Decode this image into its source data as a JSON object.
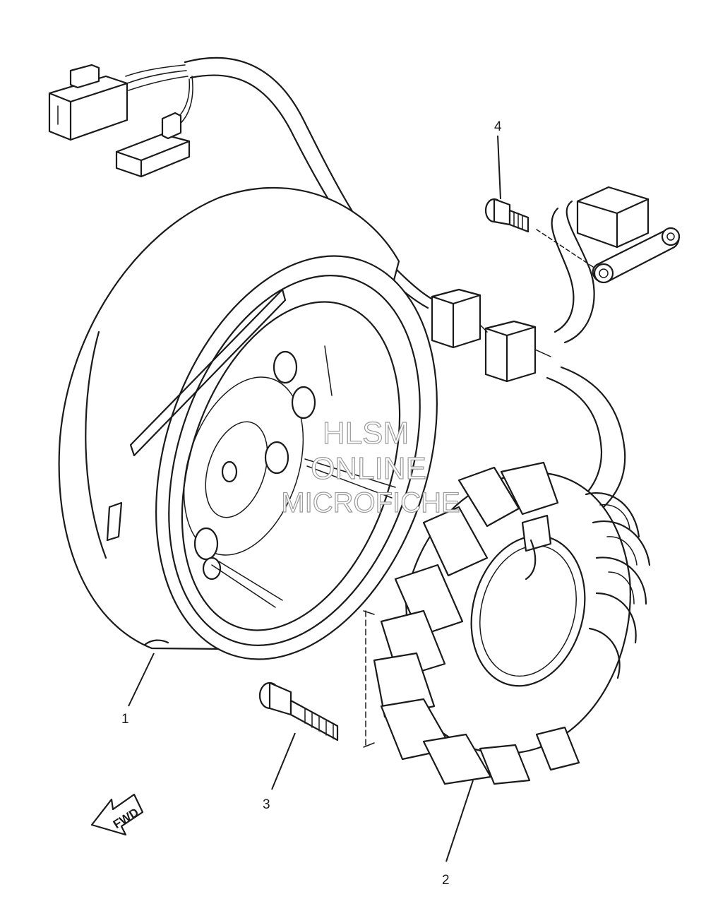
{
  "callouts": [
    {
      "id": "1",
      "label": "1",
      "part": "rotor"
    },
    {
      "id": "2",
      "label": "2",
      "part": "stator"
    },
    {
      "id": "3",
      "label": "3",
      "part": "bolt"
    },
    {
      "id": "4",
      "label": "4",
      "part": "screw"
    }
  ],
  "direction_marker": {
    "label": "FWD"
  },
  "watermark": {
    "line1": "HLSM",
    "line2": "ONLINE",
    "line3": "MICROFICHE"
  },
  "colors": {
    "line": "#1a1a1a",
    "background": "#ffffff",
    "watermark": "#9a9a9a"
  }
}
